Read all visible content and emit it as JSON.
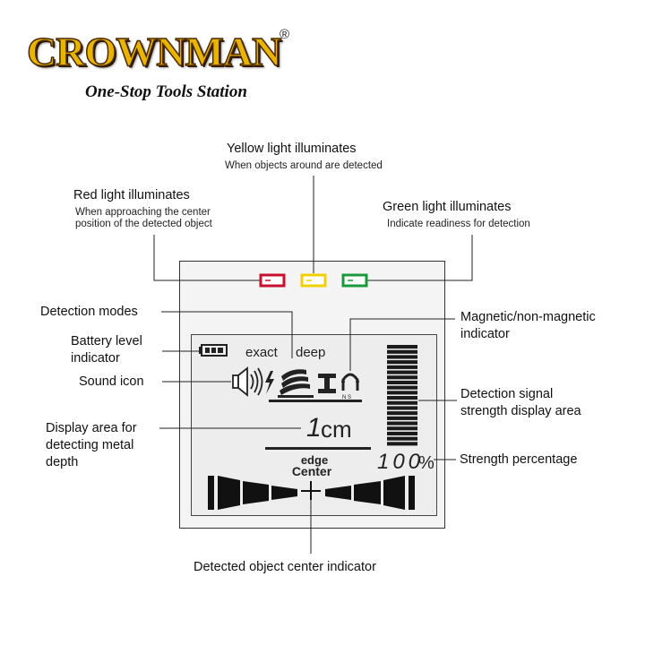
{
  "brand": {
    "name": "CROWNMAN",
    "registered": "®",
    "tagline": "One-Stop Tools Station"
  },
  "lights": {
    "yellow": {
      "title": "Yellow light illuminates",
      "desc": "When objects around are detected",
      "color": "#f0d000"
    },
    "red": {
      "title": "Red light illuminates",
      "desc_line1": "When approaching the center",
      "desc_line2": "position of the detected object",
      "color": "#c8102e"
    },
    "green": {
      "title": "Green light illuminates",
      "desc": "Indicate readiness for detection",
      "color": "#1a9a3a"
    }
  },
  "callouts": {
    "detection_modes": "Detection modes",
    "battery_line1": "Battery level",
    "battery_line2": "indicator",
    "sound_icon": "Sound icon",
    "depth_line1": "Display area for",
    "depth_line2": "detecting metal",
    "depth_line3": "depth",
    "magnetic_line1": "Magnetic/non-magnetic",
    "magnetic_line2": "indicator",
    "signal_line1": "Detection signal",
    "signal_line2": "strength display area",
    "strength_percentage": "Strength percentage",
    "center_indicator": "Detected object center indicator"
  },
  "lcd": {
    "mode_exact": "exact",
    "mode_deep": "deep",
    "depth_value": "1",
    "depth_unit": "cm",
    "strength_value": "100",
    "strength_unit": "%",
    "edge_label": "edge",
    "center_label": "Center",
    "magnet_letters": "N S"
  },
  "icons": [
    "battery-icon",
    "speaker-icon",
    "lightning-icon",
    "metal-layers-icon",
    "i-beam-icon",
    "magnet-icon",
    "crosshair-icon"
  ]
}
